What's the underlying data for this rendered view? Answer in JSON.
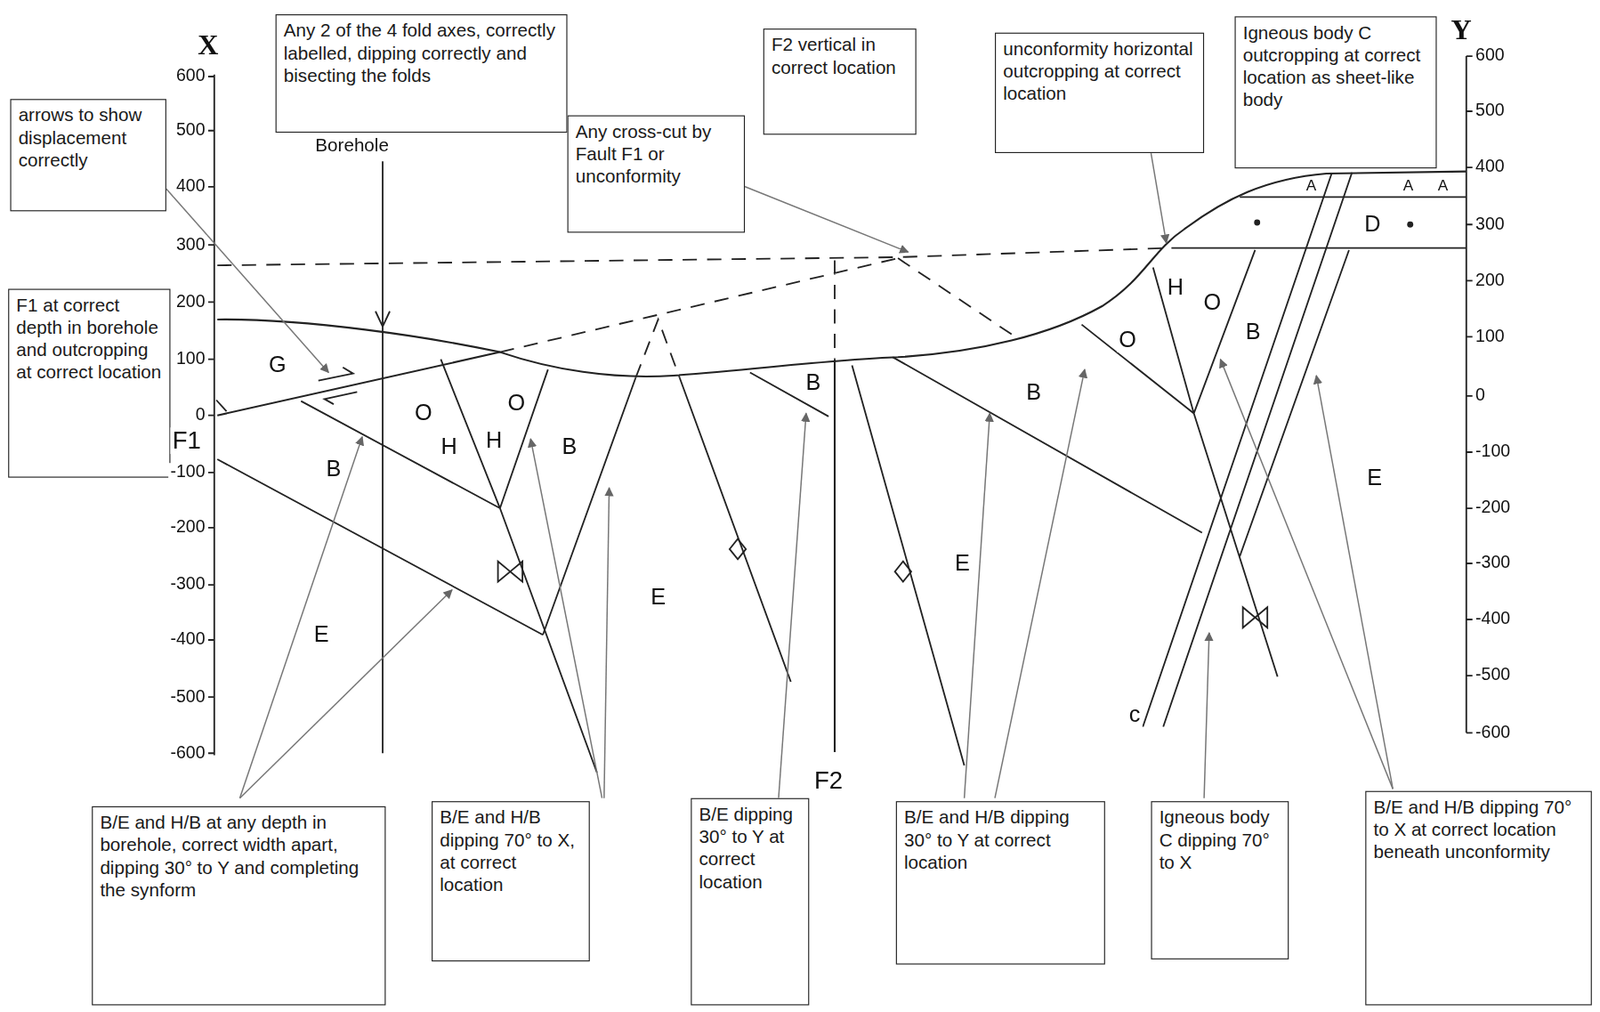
{
  "diagram": {
    "nodes": [
      {
        "text": [
          "arrows to show displacement correctly"
        ]
      },
      {
        "text": [
          "Any 2 of the 4 fold axes, correctly labelled, dipping correctly and bisecting the folds"
        ]
      },
      {
        "text": [
          "Any cross-cut by Fault F1 or unconformity"
        ]
      },
      {
        "text": [
          "F2 vertical in correct location"
        ]
      },
      {
        "text": [
          "unconformity horizontal outcropping at correct location"
        ]
      },
      {
        "text": [
          "Igneous body C outcropping at correct location as sheet-like body"
        ]
      },
      {
        "text": [
          "F1 at correct depth in borehole and outcropping at correct location"
        ]
      },
      {
        "text": [
          "B/E and H/B at any depth in borehole, correct width apart, dipping 30° to Y and completing the synform"
        ]
      },
      {
        "text": [
          "B/E and H/B dipping 70° to X, at correct location"
        ]
      },
      {
        "text": [
          "B/E dipping 30° to Y at correct location"
        ]
      },
      {
        "text": [
          "B/E and H/B dipping 30° to Y at correct location"
        ]
      },
      {
        "text": [
          "Igneous body C dipping 70° to X"
        ]
      },
      {
        "text": [
          "B/E and H/B dipping 70° to X at correct location beneath unconformity"
        ]
      }
    ],
    "labels": [
      "X",
      "Y",
      "600",
      "500",
      "400",
      "300",
      "200",
      "100",
      "0",
      "-100",
      "-200",
      "-300",
      "-400",
      "-500",
      "-600",
      "600",
      "500",
      "400",
      "300",
      "200",
      "100",
      "0",
      "-100",
      "-200",
      "-300",
      "-400",
      "-500",
      "-600",
      "Borehole",
      "F1",
      "F2",
      "G",
      "O",
      "H",
      "H",
      "O",
      "B",
      "B",
      "E",
      "E",
      "B",
      "B",
      "O",
      "E",
      "H",
      "O",
      "B",
      "E",
      "A",
      "A",
      "A",
      "D",
      "c"
    ]
  }
}
